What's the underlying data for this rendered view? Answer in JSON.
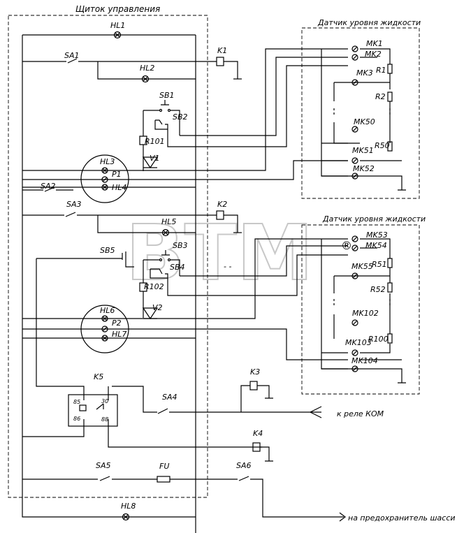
{
  "panel_title": "Щиток управления",
  "sensor1_title": "Датчик уровня жидкости",
  "sensor2_title": "Датчик уровня жидкости",
  "watermark": "BTM",
  "watermark_mark": "®",
  "labels": {
    "HL1": "HL1",
    "HL2": "HL2",
    "HL3": "HL3",
    "HL4": "HL4",
    "HL5": "HL5",
    "HL6": "HL6",
    "HL7": "HL7",
    "HL8": "HL8",
    "SA1": "SA1",
    "SA2": "SA2",
    "SA3": "SA3",
    "SA4": "SA4",
    "SA5": "SA5",
    "SA6": "SA6",
    "SB1": "SB1",
    "SB2": "SB2",
    "SB3": "SB3",
    "SB4": "SB4",
    "SB5": "SB5",
    "K1": "K1",
    "K2": "K2",
    "K3": "K3",
    "K4": "K4",
    "K5": "K5",
    "R101": "R101",
    "R102": "R102",
    "V1": "V1",
    "V2": "V2",
    "P1": "P1",
    "P2": "P2",
    "FU": "FU",
    "MK1": "MK1",
    "MK2": "MK2",
    "MK3": "MK3",
    "MK50": "MK50",
    "MK51": "MK51",
    "MK52": "MK52",
    "R1": "R1",
    "R2": "R2",
    "R50": "R50",
    "MK53": "MK53",
    "MK54": "MK54",
    "MK55": "MK55",
    "MK102": "MK102",
    "MK103": "MK103",
    "MK104": "MK104",
    "R51": "R51",
    "R52": "R52",
    "R100": "R100",
    "k85": "85",
    "k86": "86",
    "k30": "30",
    "k88": "88"
  },
  "to_kom_relay": "к реле КОМ",
  "to_chassis_fuse": "на предохранитель шасси"
}
